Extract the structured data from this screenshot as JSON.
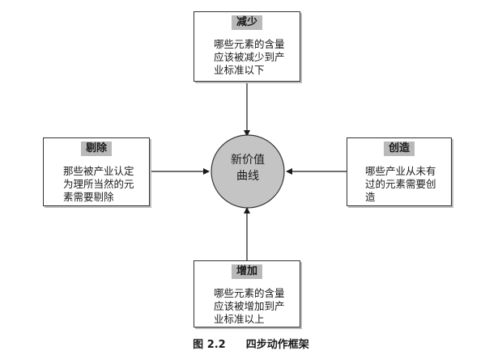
{
  "boxes": {
    "reduce": {
      "title": "减少",
      "text": "哪些元素的含量\n应该被减少到产\n业标准以下"
    },
    "eliminate": {
      "title": "剔除",
      "text": "那些被产业认定\n为理所当然的元\n素需要剔除"
    },
    "create": {
      "title": "创造",
      "text": "哪些产业从未有\n过的元素需要创\n造"
    },
    "raise": {
      "title": "增加",
      "text": "哪些元素的含量\n应该被增加到产\n业标准以上"
    }
  },
  "center": {
    "label": "新价值\n曲线"
  },
  "caption": {
    "figure_number": "图 2.2",
    "title": "四步动作框架"
  }
}
